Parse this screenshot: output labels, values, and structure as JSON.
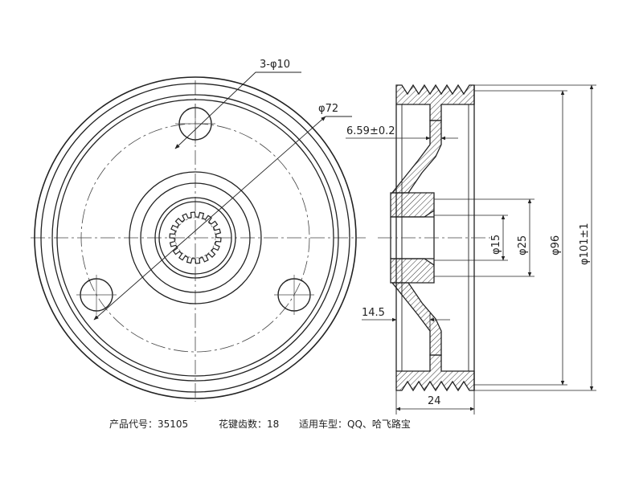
{
  "dimensions": {
    "holes": "3-φ10",
    "pitch_circle": "φ72",
    "web_thickness": "6.59±0.2",
    "hub_offset": "14.5",
    "width": "24",
    "bore": "φ15",
    "hub": "φ25",
    "inner_rim": "φ96",
    "outer_diameter": "φ101±1"
  },
  "caption": {
    "product_code": "产品代号：35105",
    "spline_teeth": "花键齿数：18",
    "vehicle": "适用车型：QQ、哈飞路宝"
  }
}
